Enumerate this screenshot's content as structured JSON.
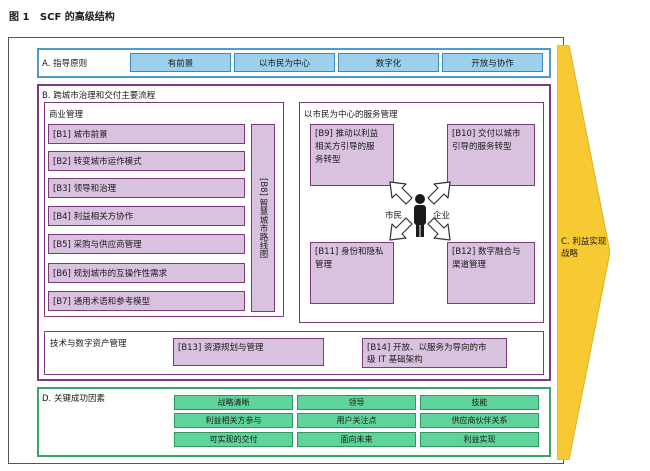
{
  "figure": {
    "label": "图 1",
    "title": "SCF 的高级结构"
  },
  "section_a": {
    "label": "A. 指导原则",
    "items": [
      "有前景",
      "以市民为中心",
      "数字化",
      "开放与协作"
    ]
  },
  "section_b": {
    "label": "B. 跨城市治理和交付主要流程",
    "business": {
      "label": "商业管理",
      "items": [
        "[B1] 城市前景",
        "[B2] 转变城市运作模式",
        "[B3] 领导和治理",
        "[B4] 利益相关方协作",
        "[B5] 采购与供应商管理",
        "[B6] 规划城市的互操作性需求",
        "[B7] 通用术语和参考模型"
      ],
      "roadmap": "[B8] 智慧城市路线图"
    },
    "citizen": {
      "label": "以市民为中心的服务管理",
      "q1": [
        "[B9] 推动以利益",
        "相关方引导的服",
        "务转型"
      ],
      "q2": [
        "[B10] 交付以城市",
        "引导的服务转型"
      ],
      "q3": [
        "[B11] 身份和隐私",
        "管理"
      ],
      "q4": [
        "[B12] 数字融合与",
        "渠道管理"
      ],
      "left_word": "市民",
      "right_word": "企业"
    },
    "tech": {
      "label": "技术与数字资产管理",
      "b13": "[B13] 资源规划与管理",
      "b14": [
        "[B14] 开放、以服务为导向的市",
        "级 IT 基础架构"
      ]
    }
  },
  "section_c": {
    "line1": "C. 利益实现",
    "line2": "战略"
  },
  "section_d": {
    "label": "D. 关键成功因素",
    "items": [
      "战略清晰",
      "领导",
      "技能",
      "利益相关方参与",
      "用户关注点",
      "供应商伙伴关系",
      "可实现的交付",
      "面向未来",
      "利益实现"
    ]
  },
  "colors": {
    "blue_fill": "#9dd0ec",
    "blue_border": "#4a9bd0",
    "purple_fill": "#d9c2e0",
    "purple_border": "#7d3b7d",
    "green_fill": "#5fd49a",
    "green_border": "#3aa56a",
    "yellow_arrow": "#f7c932"
  },
  "icons": {
    "hub": "person-with-arrows-icon",
    "arrow": "chevron-arrow-icon"
  }
}
